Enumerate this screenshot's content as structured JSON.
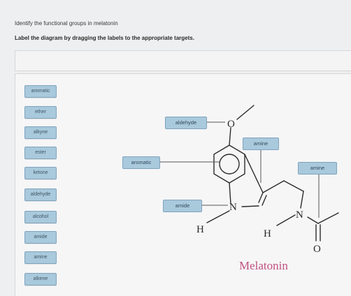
{
  "question": "Identify the functional groups in melatonin",
  "instruction": "Label the diagram by dragging the labels to the appropriate targets.",
  "label_bank": [
    "aromatic",
    "ether",
    "alkyne",
    "ester",
    "ketone",
    "aldehyde",
    "alcohol",
    "amide",
    "amine",
    "alkene"
  ],
  "placed_labels": {
    "aldehyde": "aldehyde",
    "aromatic": "aromatic",
    "amine_top": "amine",
    "amide": "amide",
    "amine_right": "amine"
  },
  "molecule": {
    "atom_O_top": "O",
    "atom_N_ring": "N",
    "atom_H_left": "H",
    "atom_N_amide": "N",
    "atom_H_right": "H",
    "atom_O_bottom": "O",
    "name": "Melatonin",
    "name_color": "#c0507e"
  }
}
